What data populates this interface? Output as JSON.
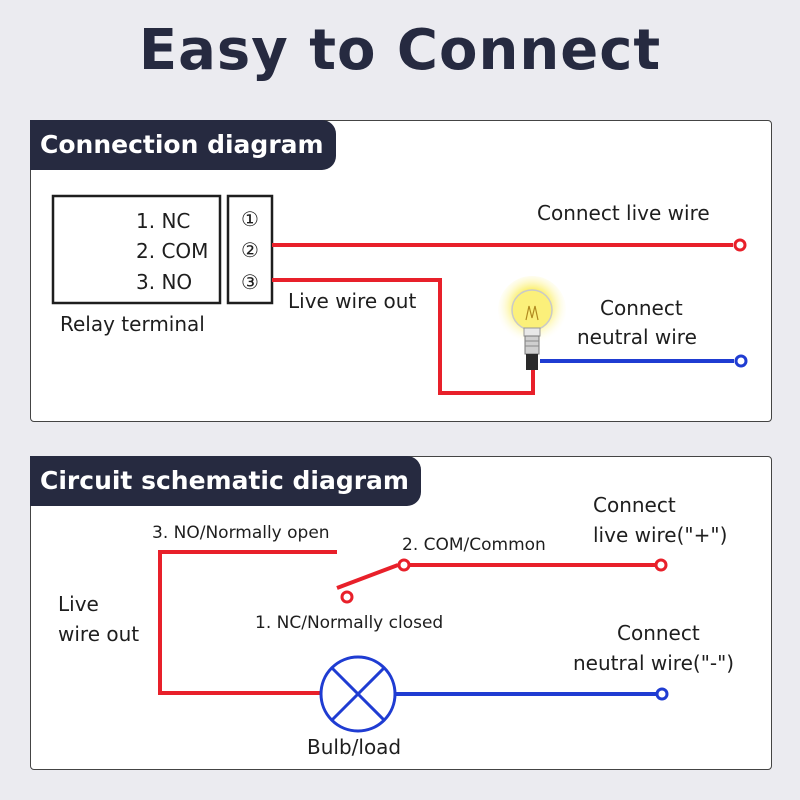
{
  "title": "Easy to Connect",
  "connection": {
    "heading": "Connection diagram",
    "terminals": [
      "1. NC",
      "2. COM",
      "3. NO"
    ],
    "terminal_numbers": [
      "①",
      "②",
      "③"
    ],
    "relay_label": "Relay terminal",
    "live_label": "Connect live wire",
    "live_out_label": "Live wire out",
    "neutral_label_1": "Connect",
    "neutral_label_2": "neutral wire"
  },
  "schematic": {
    "heading": "Circuit schematic diagram",
    "no_label": "3. NO/Normally open",
    "com_label": "2. COM/Common",
    "nc_label": "1. NC/Normally closed",
    "live_label_1": "Connect",
    "live_label_2": "live wire(\"+\")",
    "live_out_1": "Live",
    "live_out_2": "wire out",
    "neutral_label_1": "Connect",
    "neutral_label_2": "neutral wire(\"-\")",
    "load_label": "Bulb/load"
  },
  "colors": {
    "live": "#e8202a",
    "neutral": "#1f3cd2",
    "dark": "#262a40"
  }
}
